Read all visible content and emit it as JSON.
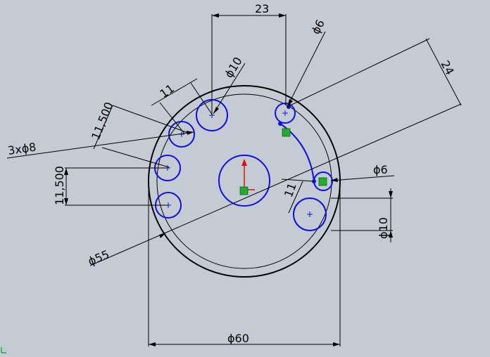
{
  "dimensions": {
    "top_width": "23",
    "top_diam": "ϕ6",
    "slot_diam_10": "ϕ10",
    "spacing_11_top": "11",
    "spacing_11500_left": "11,500",
    "holes_3x": "3xϕ8",
    "spacing_11500_vert": "11,500",
    "diam_55": "ϕ55",
    "diam_60": "ϕ60",
    "dist_24": "24",
    "right_diam_6": "ϕ6",
    "right_11": "11",
    "right_diam_10": "ϕ10"
  },
  "colors": {
    "background": "#c5cbd5",
    "sketch_blue": "#1010e0",
    "relation_green": "#22aa33",
    "origin_red": "#e01010"
  },
  "icons": {
    "origin": "origin-icon",
    "relation": "coincident-relation-icon",
    "corner": "triad-corner-icon"
  }
}
